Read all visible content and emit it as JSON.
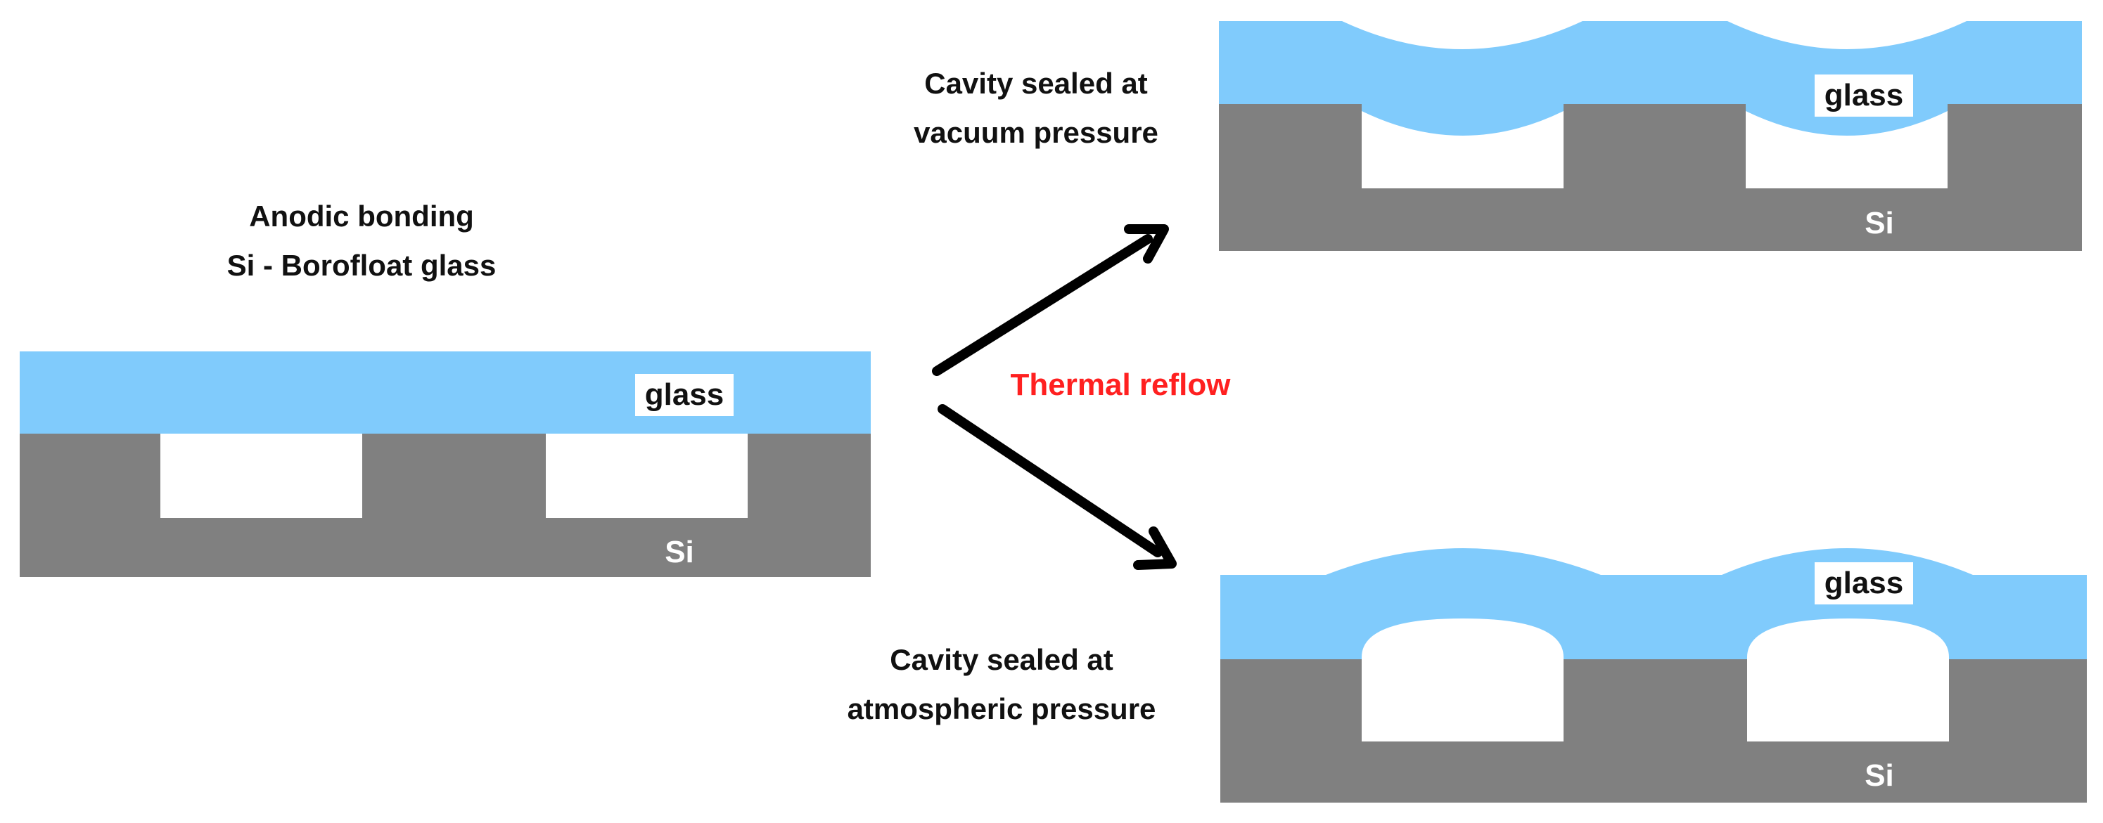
{
  "colors": {
    "glass": "#80cbfc",
    "silicon": "#808080",
    "cavity": "#ffffff",
    "arrow": "#000000",
    "process_text": "#ff2020"
  },
  "left_panel": {
    "title_line1": "Anodic bonding",
    "title_line2": "Si - Borofloat glass",
    "glass_label": "glass",
    "si_label": "Si"
  },
  "process": {
    "label": "Thermal reflow"
  },
  "top_right_panel": {
    "caption_line1": "Cavity sealed at",
    "caption_line2": "vacuum pressure",
    "glass_label": "glass",
    "si_label": "Si"
  },
  "bottom_right_panel": {
    "caption_line1": "Cavity sealed at",
    "caption_line2": "atmospheric  pressure",
    "glass_label": "glass",
    "si_label": "Si"
  }
}
